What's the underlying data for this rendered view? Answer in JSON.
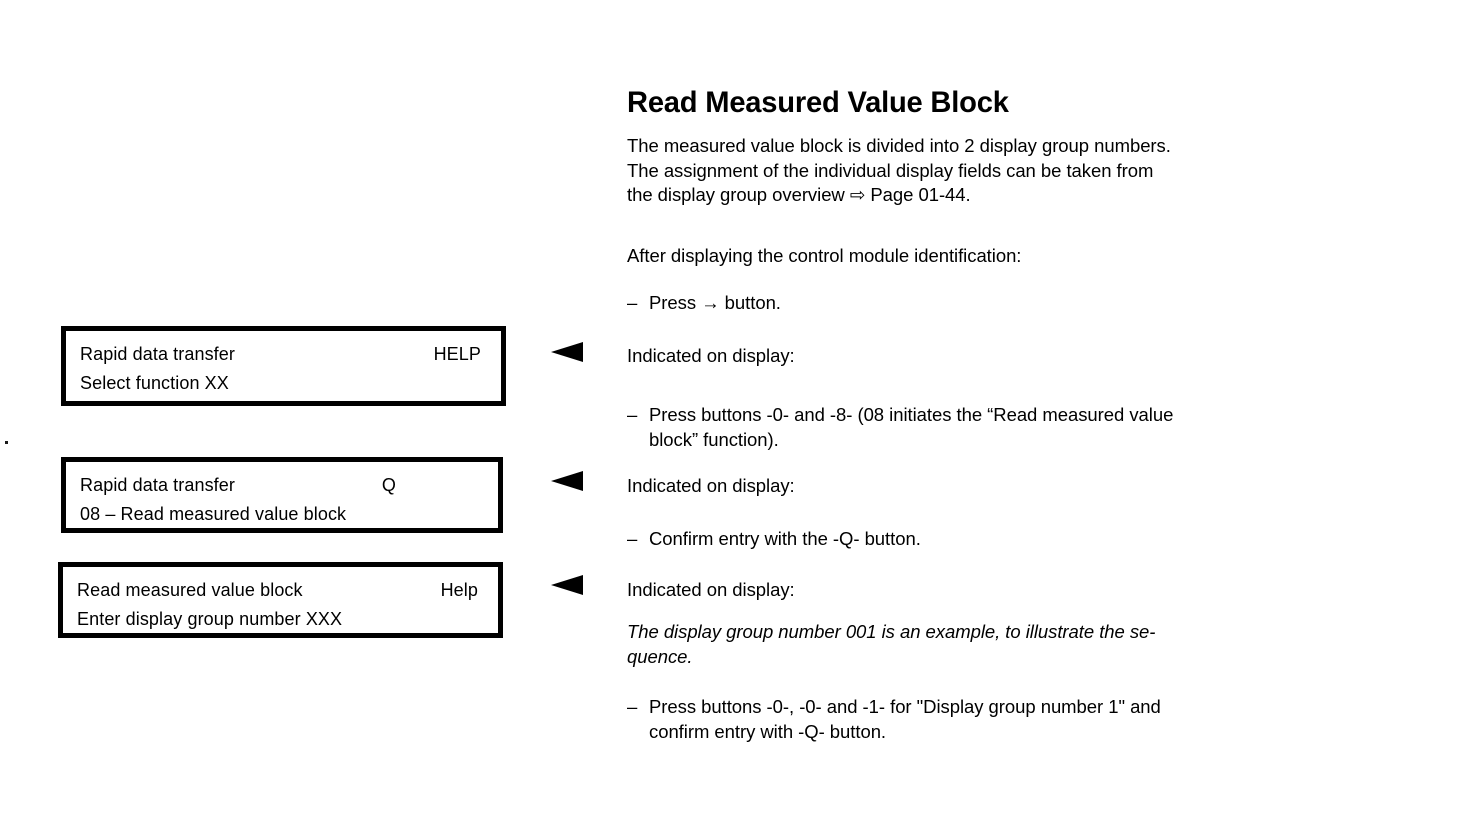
{
  "document": {
    "heading": "Read Measured Value Block",
    "intro_lines": [
      "The measured value block is divided into 2 display group numbers.",
      "The assignment of the individual display fields can be taken from",
      "the display group overview ⇨ Page 01-44."
    ],
    "after_identification": "After displaying the control module identification:",
    "bullets": {
      "press_arrow_button": {
        "marker": "–",
        "lines": [
          "Press → button."
        ]
      },
      "press_0_and_8": {
        "marker": "–",
        "lines": [
          "Press buttons -0- and -8- (08 initiates the “Read measured value",
          "block” function)."
        ]
      },
      "confirm_with_q": {
        "marker": "–",
        "lines": [
          "Confirm entry with the -Q- button."
        ]
      },
      "press_0_0_1": {
        "marker": "–",
        "lines": [
          "Press buttons -0-, -0- and -1- for \"Display group number 1\" and",
          "confirm entry with -Q- button."
        ]
      }
    },
    "indicated_on_display_1": "Indicated on display:",
    "indicated_on_display_2": "Indicated on display:",
    "indicated_on_display_3": "Indicated on display:",
    "example_note_lines": [
      "The display group number 001 is an example, to illustrate the se-",
      "quence."
    ]
  },
  "display_screens": [
    {
      "name": "select-function",
      "line1_left": "Rapid data transfer",
      "line1_right": "HELP",
      "line2_left": "Select function XX",
      "line2_right": ""
    },
    {
      "name": "function-08-selected",
      "line1_left": "Rapid data transfer",
      "line1_right": "Q",
      "line2_left": "08 – Read measured value block",
      "line2_right": ""
    },
    {
      "name": "enter-display-group-number",
      "line1_left": "Read measured value block",
      "line1_right": "Help",
      "line2_left": "Enter display group number XXX",
      "line2_right": ""
    }
  ],
  "pointers": [
    {
      "name": "pointer-to-select-function"
    },
    {
      "name": "pointer-to-function-08"
    },
    {
      "name": "pointer-to-display-group-entry"
    }
  ],
  "colors": {
    "ink": "#000000",
    "paper": "#ffffff"
  }
}
